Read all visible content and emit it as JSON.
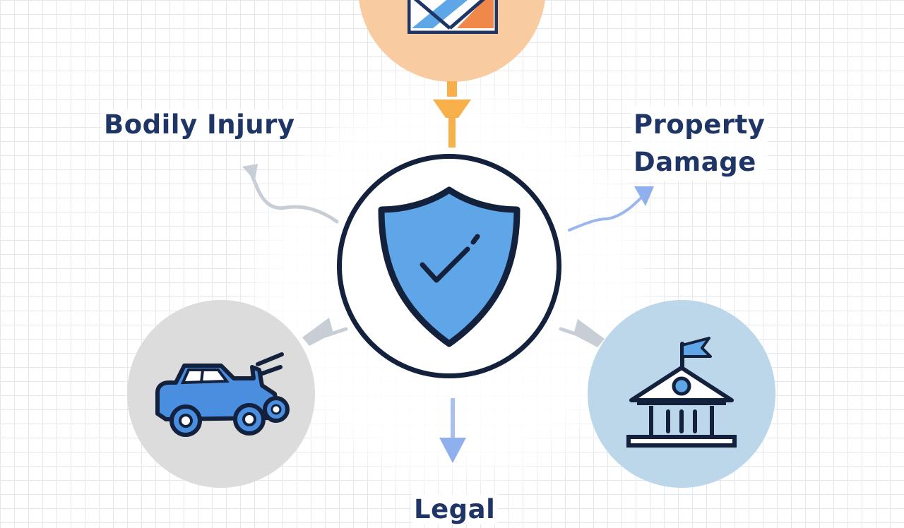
{
  "labels": {
    "bodily_injury": "Bodily Injury",
    "property_damage_line1": "Property",
    "property_damage_line2": "Damage",
    "legal": "Legal"
  },
  "colors": {
    "navy": "#1e3566",
    "shield_blue": "#5ea6e8",
    "orange_circle": "#f8ccA0",
    "orange_arrow": "#f7b04a",
    "gray_circle": "#dcdcdc",
    "blue_circle": "#bcd6ea",
    "car_blue": "#4a8ee0",
    "arrow_blue": "#8fb0ec",
    "arrow_gray": "#c8ced6"
  },
  "icons": {
    "center": "shield-check-icon",
    "top": "map-icon",
    "bottom_left": "crashed-car-icon",
    "bottom_right": "courthouse-icon"
  }
}
